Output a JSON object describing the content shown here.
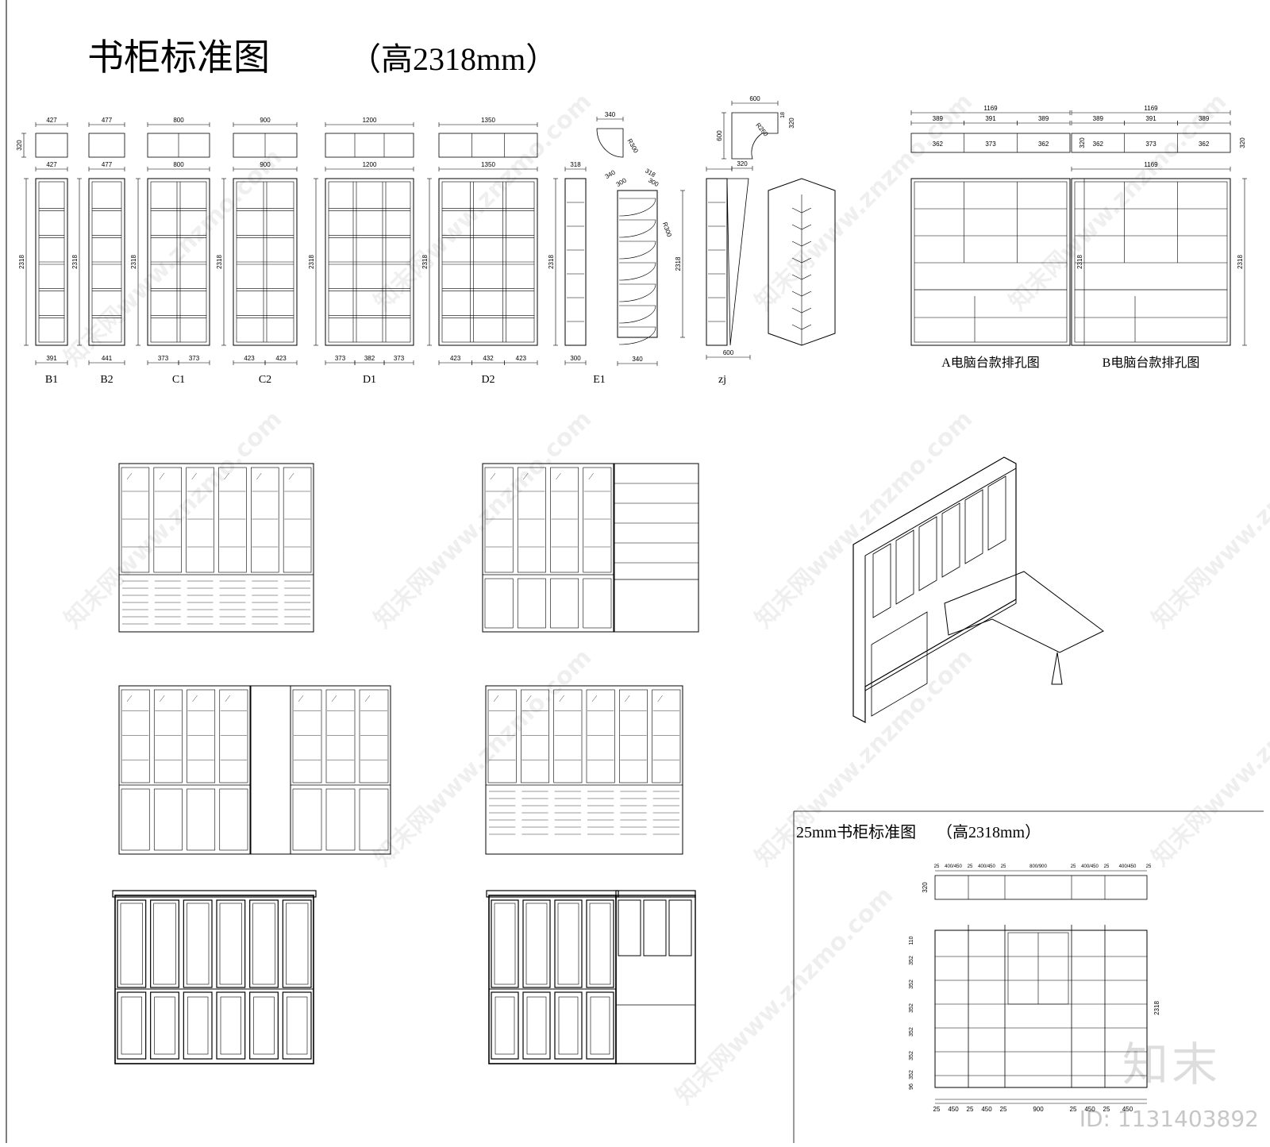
{
  "title": "书柜标准图",
  "title_height": "（高2318mm）",
  "subtitle": "25mm书柜标准图",
  "subtitle_height": "（高2318mm）",
  "common": {
    "height": "2318",
    "depth": "320"
  },
  "cabinets": [
    {
      "label": "B1",
      "top_w": "427",
      "front_w": "427",
      "bottom": [
        "391"
      ]
    },
    {
      "label": "B2",
      "top_w": "477",
      "front_w": "477",
      "bottom": [
        "441"
      ]
    },
    {
      "label": "C1",
      "top_w": "800",
      "front_w": "800",
      "bottom": [
        "373",
        "373"
      ]
    },
    {
      "label": "C2",
      "top_w": "900",
      "front_w": "900",
      "bottom": [
        "423",
        "423"
      ]
    },
    {
      "label": "D1",
      "top_w": "1200",
      "front_w": "1200",
      "bottom": [
        "373",
        "382",
        "373"
      ]
    },
    {
      "label": "D2",
      "top_w": "1350",
      "front_w": "1350",
      "bottom": [
        "423",
        "432",
        "423"
      ]
    }
  ],
  "e1": {
    "label": "E1",
    "top_w": "340",
    "radius": "R300",
    "front_w": "318",
    "bottom": "300",
    "iso_a": "340",
    "iso_b": "318",
    "iso_c": "300",
    "iso_d": "300",
    "iso_r": "R300",
    "iso_bottom": "340"
  },
  "zj": {
    "label": "zj",
    "top_w": "600",
    "top_d": "600",
    "top_r": "R260",
    "top_side": "320",
    "top_small": "18",
    "top_bottom": "320",
    "bottom": "600"
  },
  "desk_a": {
    "label": "A电脑台款排孔图",
    "width": "1169",
    "top_segs": [
      "389",
      "391",
      "389"
    ],
    "inner": [
      "362",
      "373",
      "362"
    ],
    "depth": "320"
  },
  "desk_b": {
    "label": "B电脑台款排孔图",
    "width": "1169",
    "top_segs": [
      "389",
      "391",
      "389"
    ],
    "inner": [
      "362",
      "373",
      "362"
    ],
    "depth": "320",
    "front_w": "1169"
  },
  "std25": {
    "top_dims": [
      "25",
      "400/450",
      "25",
      "400/450",
      "25",
      "800/900",
      "25",
      "400/450",
      "25",
      "400/450",
      "25"
    ],
    "left_dims": [
      "110",
      "352",
      "352",
      "352",
      "352",
      "352",
      "352",
      "96"
    ],
    "bottom_dims": [
      "25",
      "450",
      "25",
      "450",
      "25",
      "900",
      "25",
      "450",
      "25",
      "450"
    ],
    "depth": "320"
  },
  "watermark": "知末网www.znzmo.com",
  "logo": "知末",
  "id_text": "ID: 1131403892"
}
